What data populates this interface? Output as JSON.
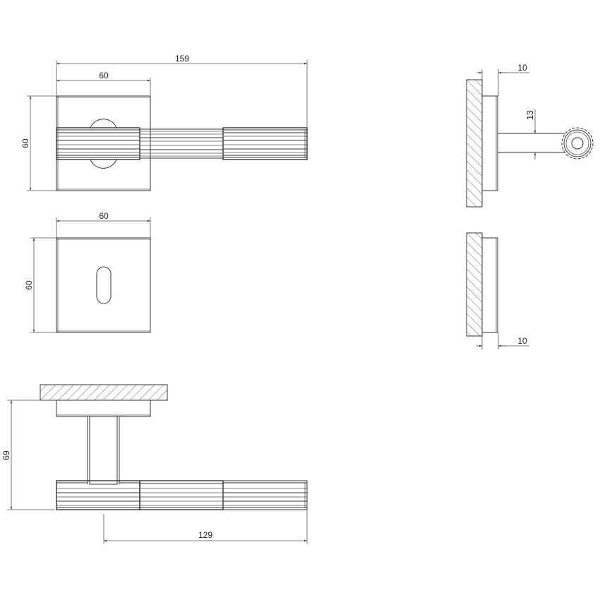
{
  "drawing": {
    "subject": "Lever door handle on square rose with matching square escutcheon",
    "colors": {
      "line": "#333333",
      "background": "#ffffff"
    },
    "views": {
      "front_lever": {
        "overall_length": "159",
        "rose_width": "60",
        "rose_height": "60"
      },
      "front_escutcheon": {
        "width": "60",
        "height": "60"
      },
      "side_lever": {
        "rose_thickness": "10",
        "lever_thickness": "13"
      },
      "side_escutcheon": {
        "thickness": "10"
      },
      "top_lever": {
        "projection": "69",
        "lever_reach": "129"
      }
    }
  }
}
